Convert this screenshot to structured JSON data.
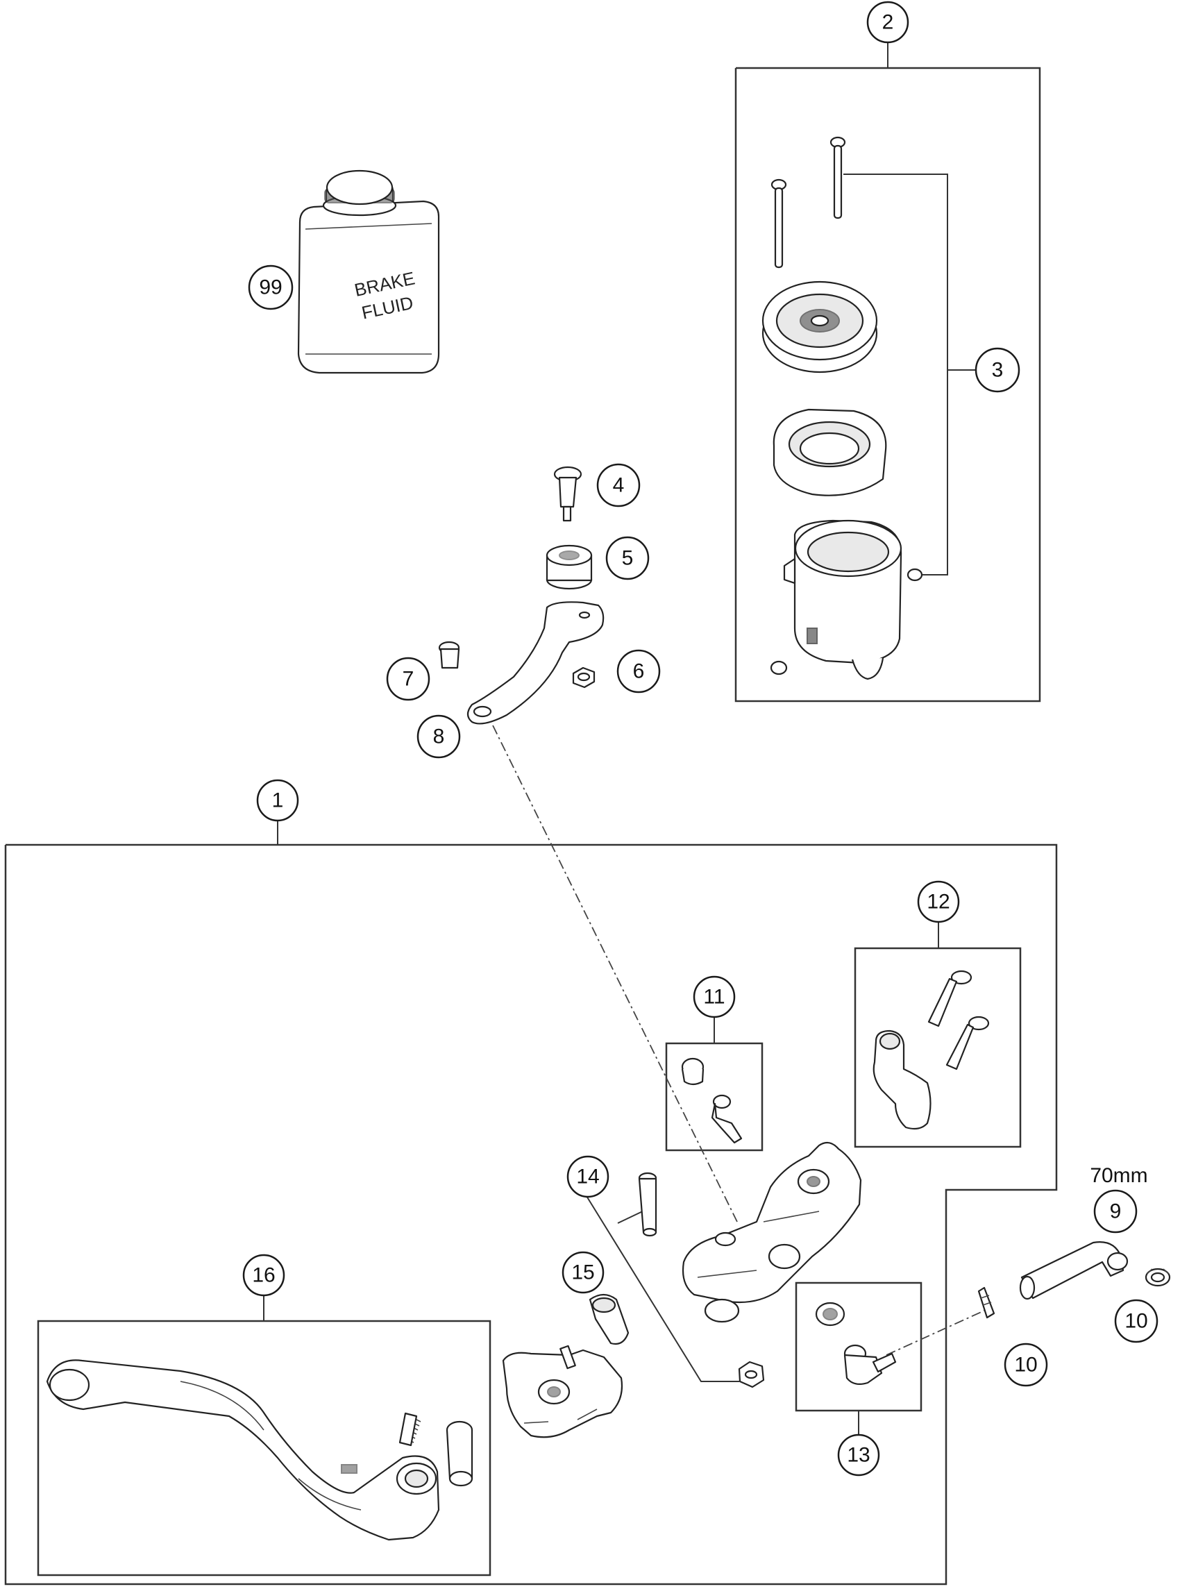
{
  "callouts": {
    "c1": "1",
    "c2": "2",
    "c3": "3",
    "c4": "4",
    "c5": "5",
    "c6": "6",
    "c7": "7",
    "c8": "8",
    "c9": "9",
    "c10a": "10",
    "c10b": "10",
    "c11": "11",
    "c12": "12",
    "c13": "13",
    "c14": "14",
    "c15": "15",
    "c16": "16",
    "c99": "99"
  },
  "dimension_label": "70mm",
  "bottle_label": {
    "line1": "BRAKE",
    "line2": "FLUID"
  }
}
